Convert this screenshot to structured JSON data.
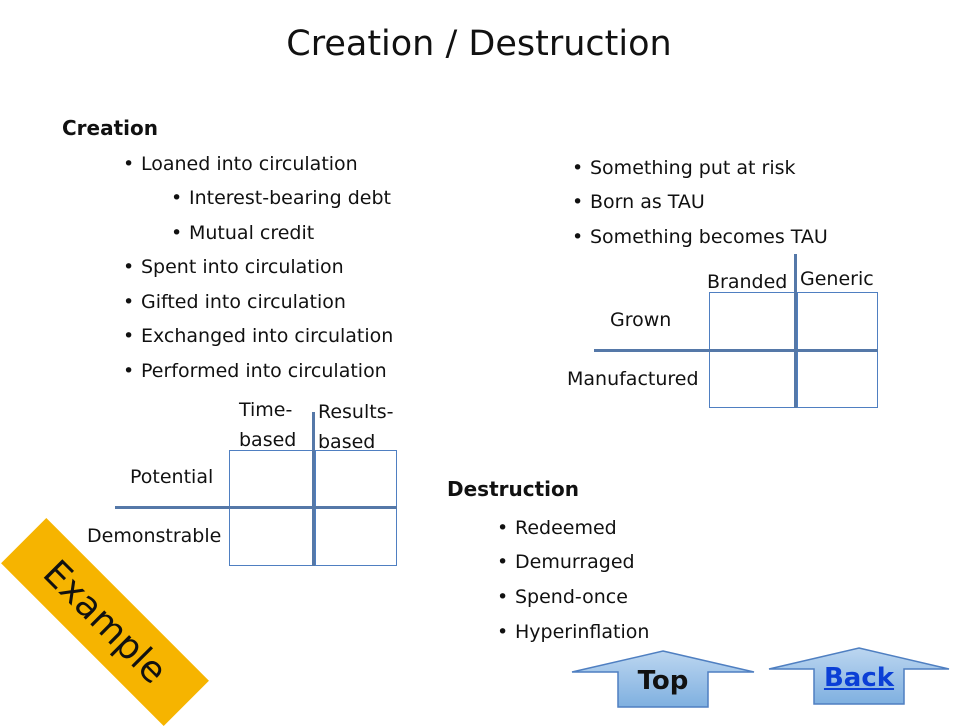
{
  "title": "Creation / Destruction",
  "creation": {
    "heading": "Creation",
    "items": [
      "Loaned into circulation",
      "Interest-bearing debt",
      "Mutual credit",
      "Spent into circulation",
      "Gifted into circulation",
      "Exchanged into circulation",
      "Performed into circulation"
    ]
  },
  "risk_list": {
    "items": [
      "Something put at risk",
      "Born as TAU",
      "Something becomes TAU"
    ]
  },
  "grid_left": {
    "col1": [
      "Time-",
      "based"
    ],
    "col2": [
      "Results-",
      "based"
    ],
    "row1": "Potential",
    "row2": "Demonstrable"
  },
  "grid_right": {
    "col1": "Branded",
    "col2": "Generic",
    "row1": "Grown",
    "row2": "Manufactured"
  },
  "destruction": {
    "heading": "Destruction",
    "items": [
      "Redeemed",
      "Demurraged",
      "Spend-once",
      "Hyperinflation"
    ]
  },
  "nav": {
    "top_label": "Top",
    "back_label": "Back"
  },
  "badge": {
    "label": "Example"
  },
  "colors": {
    "accent": "#4f7fc1",
    "badge": "#f6b400",
    "link": "#0b3fd6",
    "button": "#9dc3e6"
  }
}
